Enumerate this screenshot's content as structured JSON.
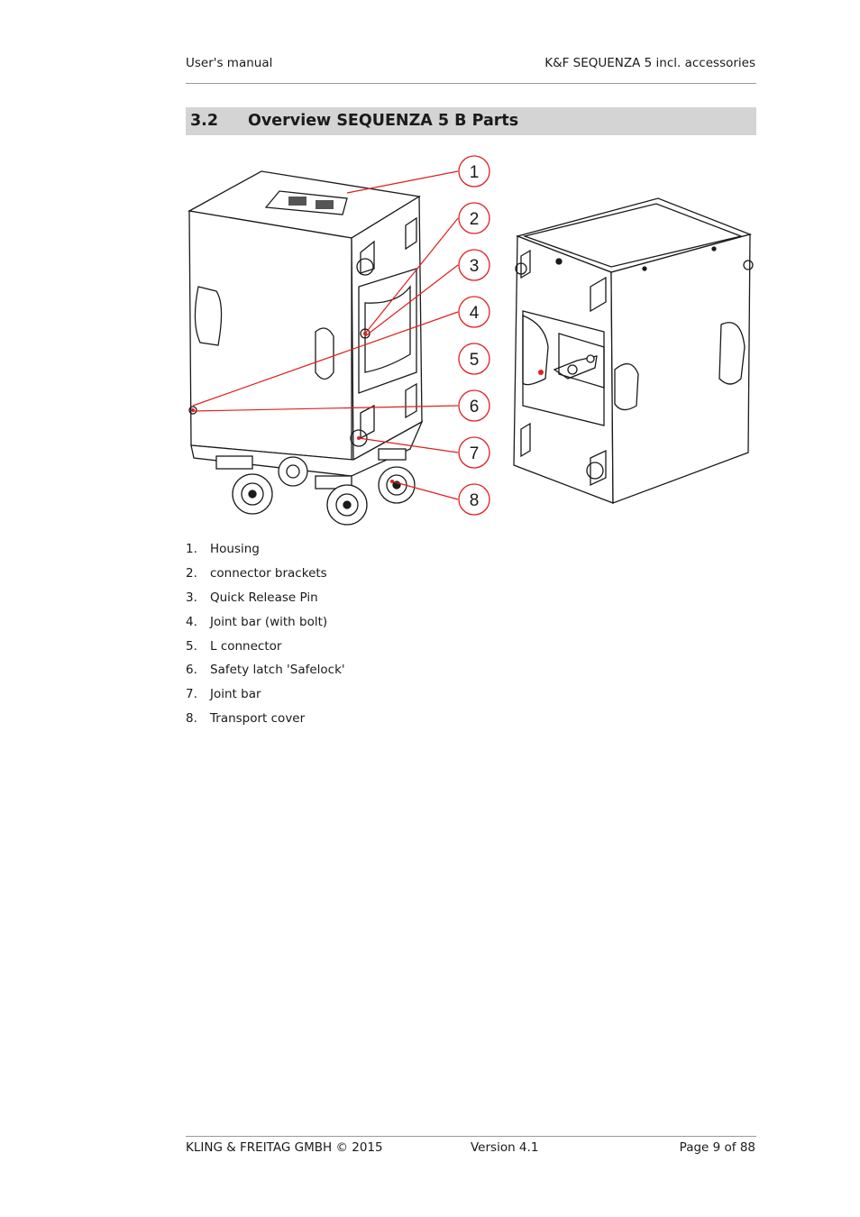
{
  "header": {
    "left": "User's manual",
    "right": "K&F SEQUENZA 5 incl. accessories"
  },
  "section": {
    "number": "3.2",
    "title": "Overview SEQUENZA 5 B Parts"
  },
  "figure": {
    "callouts": [
      "1",
      "2",
      "3",
      "4",
      "5",
      "6",
      "7",
      "8"
    ],
    "colors": {
      "callout": "#e01f1f",
      "line_art": "#1a1a1a"
    }
  },
  "parts": [
    {
      "num": "1.",
      "label": "Housing"
    },
    {
      "num": "2.",
      "label": "connector brackets"
    },
    {
      "num": "3.",
      "label": "Quick Release Pin"
    },
    {
      "num": "4.",
      "label": "Joint bar (with bolt)"
    },
    {
      "num": "5.",
      "label": "L connector"
    },
    {
      "num": "6.",
      "label": "Safety latch 'Safelock'"
    },
    {
      "num": "7.",
      "label": "Joint bar"
    },
    {
      "num": "8.",
      "label": "Transport cover"
    }
  ],
  "footer": {
    "left": "KLING & FREITAG GMBH © 2015",
    "center": "Version 4.1",
    "right": "Page 9 of 88"
  }
}
